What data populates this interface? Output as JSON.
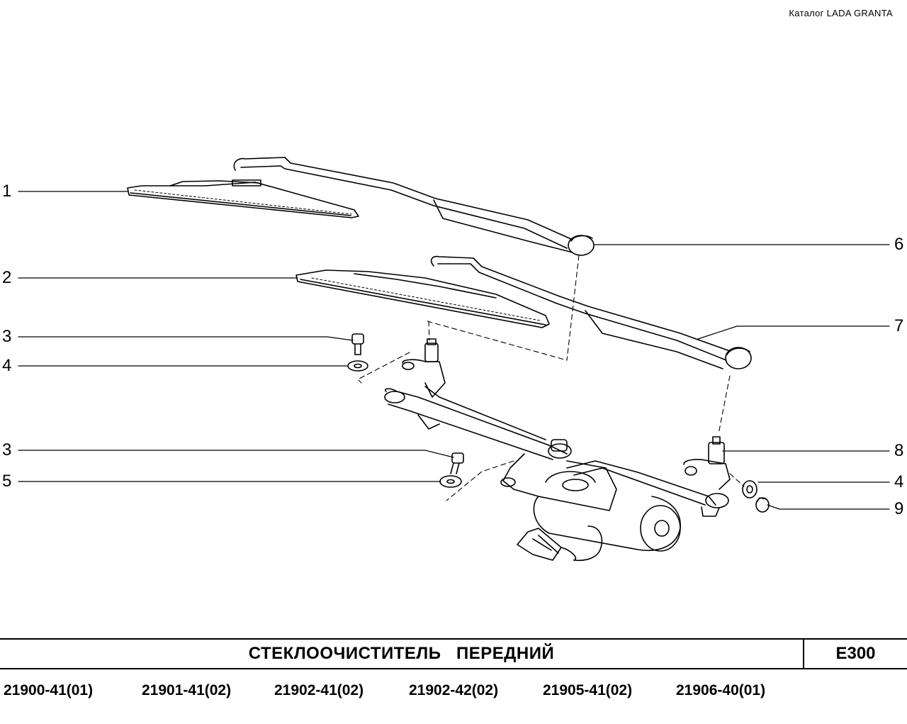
{
  "header": {
    "catalog": "Каталог  LADA  GRANTA"
  },
  "callouts": [
    {
      "id": "c1",
      "label": "1"
    },
    {
      "id": "c2",
      "label": "2"
    },
    {
      "id": "c3a",
      "label": "3"
    },
    {
      "id": "c4a",
      "label": "4"
    },
    {
      "id": "c3b",
      "label": "3"
    },
    {
      "id": "c5",
      "label": "5"
    },
    {
      "id": "c6",
      "label": "6"
    },
    {
      "id": "c7",
      "label": "7"
    },
    {
      "id": "c8",
      "label": "8"
    },
    {
      "id": "c4b",
      "label": "4"
    },
    {
      "id": "c9",
      "label": "9"
    }
  ],
  "footer": {
    "title": "СТЕКЛООЧИСТИТЕЛЬ   ПЕРЕДНИЙ",
    "code": "E300",
    "models": [
      "21900-41(01)",
      "21901-41(02)",
      "21902-41(02)",
      "21902-42(02)",
      "21905-41(02)",
      "21906-40(01)"
    ]
  }
}
